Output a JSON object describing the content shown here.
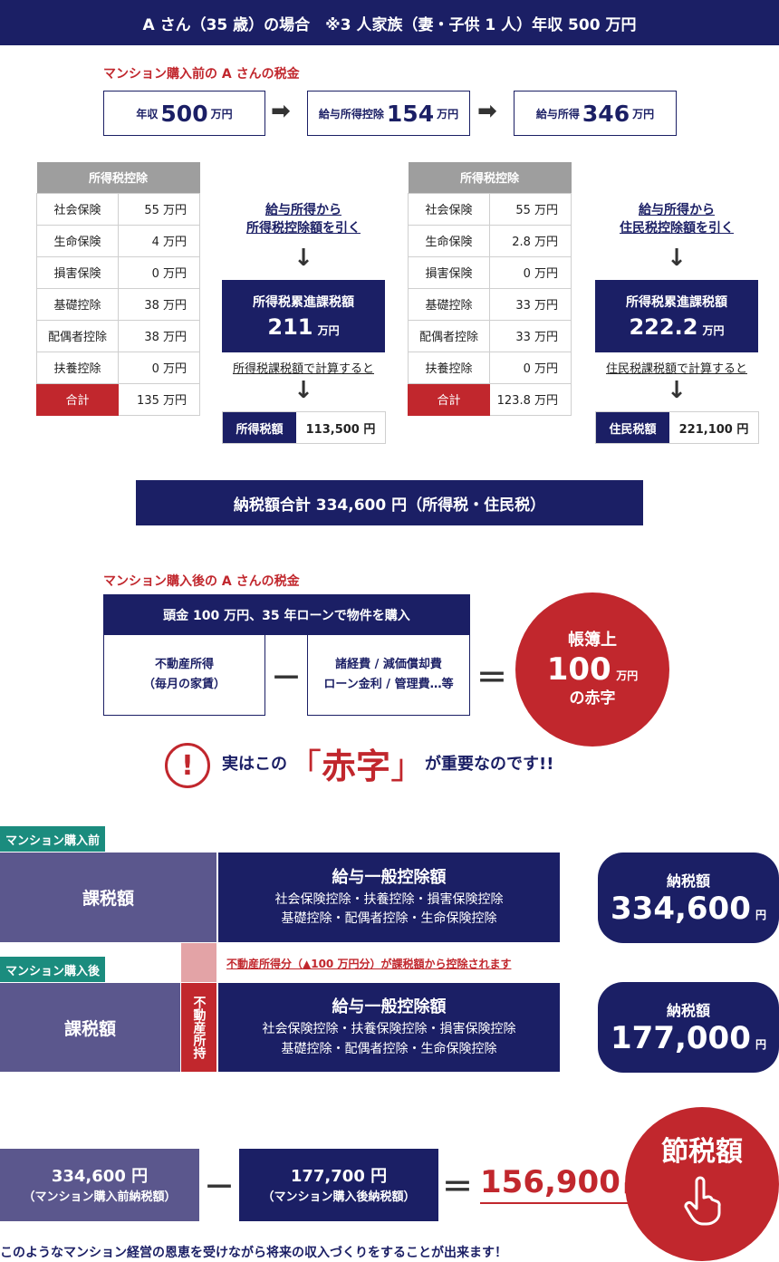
{
  "header": {
    "title": "A さん（35 歳）の場合　※3 人家族（妻・子供 1 人）年収 500 万円"
  },
  "before": {
    "heading": "マンション購入前の A さんの税金",
    "flow": [
      {
        "label": "年収",
        "value": "500",
        "unit": "万円"
      },
      {
        "label": "給与所得控除",
        "value": "154",
        "unit": "万円"
      },
      {
        "label": "給与所得",
        "value": "346",
        "unit": "万円"
      }
    ]
  },
  "income_tax": {
    "table_title": "所得税控除",
    "rows": [
      {
        "k": "社会保険",
        "v": "55 万円"
      },
      {
        "k": "生命保険",
        "v": "4 万円"
      },
      {
        "k": "損害保険",
        "v": "0 万円"
      },
      {
        "k": "基礎控除",
        "v": "38 万円"
      },
      {
        "k": "配偶者控除",
        "v": "38 万円"
      },
      {
        "k": "扶養控除",
        "v": "0 万円"
      }
    ],
    "total_label": "合計",
    "total_value": "135 万円",
    "caption_line1": "給与所得から",
    "caption_line2": "所得税控除額を引く",
    "box_label": "所得税累進課税額",
    "box_value": "211",
    "box_unit": "万円",
    "calc_note": "所得税課税額で計算すると",
    "result_label": "所得税額",
    "result_value": "113,500 円"
  },
  "resident_tax": {
    "table_title": "所得税控除",
    "rows": [
      {
        "k": "社会保険",
        "v": "55 万円"
      },
      {
        "k": "生命保険",
        "v": "2.8 万円"
      },
      {
        "k": "損害保険",
        "v": "0 万円"
      },
      {
        "k": "基礎控除",
        "v": "33 万円"
      },
      {
        "k": "配偶者控除",
        "v": "33 万円"
      },
      {
        "k": "扶養控除",
        "v": "0 万円"
      }
    ],
    "total_label": "合計",
    "total_value": "123.8 万円",
    "caption_line1": "給与所得から",
    "caption_line2": "住民税控除額を引く",
    "box_label": "所得税累進課税額",
    "box_value": "222.2",
    "box_unit": "万円",
    "calc_note": "住民税課税額で計算すると",
    "result_label": "住民税額",
    "result_value": "221,100 円"
  },
  "total_bar": "納税額合計 334,600 円（所得税・住民税）",
  "after": {
    "heading": "マンション購入後の A さんの税金",
    "purchase": "頭金 100 万円、35 年ローンで物件を購入",
    "left_line1": "不動産所得",
    "left_line2": "（毎月の家賃）",
    "minus": "－",
    "right_line1": "諸経費 / 減価償却費",
    "right_line2": "ローン金利 / 管理費…等",
    "equals": "＝",
    "circle_line1": "帳簿上",
    "circle_value": "100",
    "circle_unit": "万円",
    "circle_line3": "の赤字"
  },
  "notice": {
    "mark": "!",
    "pre": "実はこの",
    "bracket_open": "「",
    "key": "赤字",
    "bracket_close": "」",
    "post": "が重要なのです!!"
  },
  "compare": {
    "before_tag": "マンション購入前",
    "after_tag": "マンション購入後",
    "taxable": "課税額",
    "deduction_title": "給与一般控除額",
    "deduction_line1": "社会保険控除・扶養控除・損害保険控除",
    "deduction_line2": "基礎控除・配偶者控除・生命保険控除",
    "deduction_line1_after": "社会保険控除・扶養保険控除・損害保険控除",
    "deduction_line2_after": "基礎控除・配偶者控除・生命保険控除",
    "re_note": "不動産所得分（▲100 万円分）が課税額から控除されます",
    "re_vertical": "不動産所持",
    "tax_label": "納税額",
    "before_tax": "334,600",
    "after_tax": "177,000",
    "unit": "円"
  },
  "saving": {
    "before_value": "334,600 円",
    "before_caption": "（マンション購入前納税額）",
    "minus": "－",
    "after_value": "177,700 円",
    "after_caption": "（マンション購入後納税額）",
    "equals": "＝",
    "result": "156,900",
    "result_unit": "円",
    "badge": "節税額",
    "footer": "このようなマンション経営の恩恵を受けながら将来の収入づくりをすることが出来ます！"
  }
}
